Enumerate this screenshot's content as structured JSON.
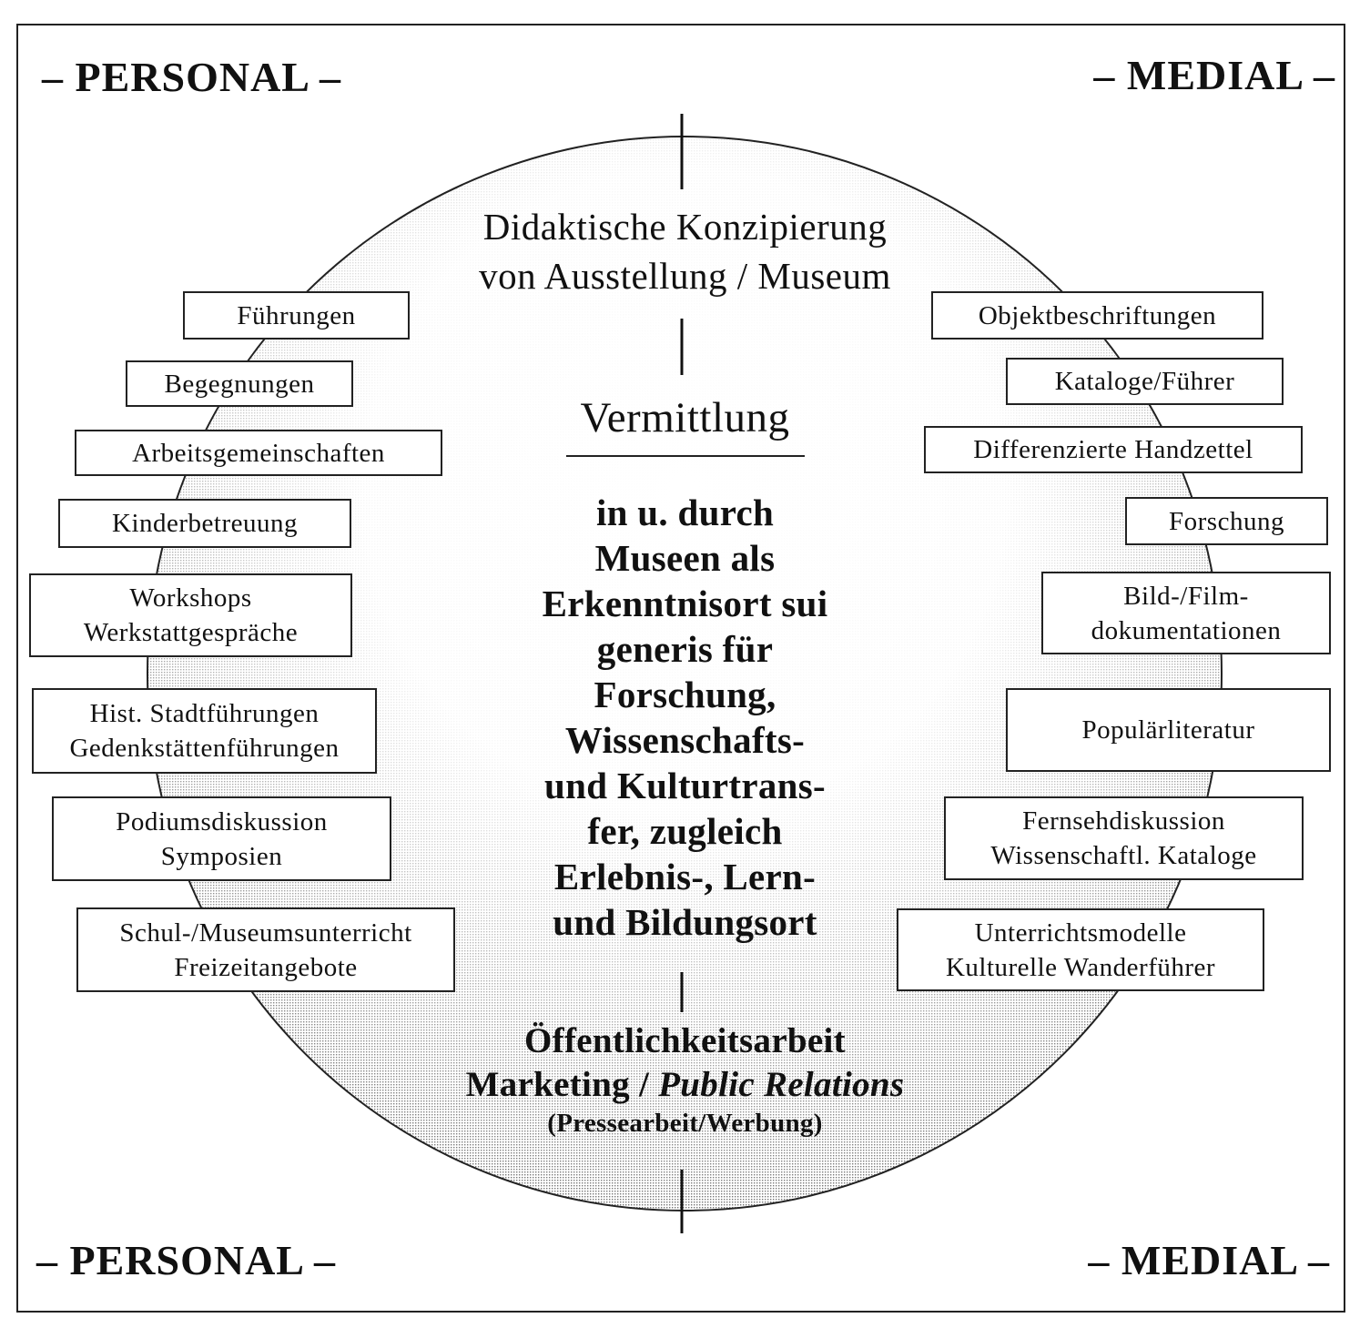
{
  "corners": {
    "top_left": "– PERSONAL –",
    "top_right": "– MEDIAL –",
    "bottom_left": "– PERSONAL –",
    "bottom_right": "– MEDIAL –"
  },
  "top_title": [
    "Didaktische Konzipierung",
    "von Ausstellung / Museum"
  ],
  "center_heading": "Vermittlung",
  "center_text": [
    "in u. durch",
    "Museen als",
    "Erkenntnisort sui",
    "generis für",
    "Forschung,",
    "Wissenschafts-",
    "und Kulturtrans-",
    "fer, zugleich",
    "Erlebnis-, Lern-",
    "und Bildungsort"
  ],
  "bottom_block": {
    "line1": "Öffentlichkeitsarbeit",
    "line2_a": "Marketing / ",
    "line2_b": "Public Relations",
    "line3": "(Pressearbeit/Werbung)"
  },
  "personal_boxes": [
    {
      "lines": [
        "Führungen"
      ]
    },
    {
      "lines": [
        "Begegnungen"
      ]
    },
    {
      "lines": [
        "Arbeitsgemeinschaften"
      ]
    },
    {
      "lines": [
        "Kinderbetreuung"
      ]
    },
    {
      "lines": [
        "Workshops",
        "Werkstattgespräche"
      ]
    },
    {
      "lines": [
        "Hist. Stadtführungen",
        "Gedenkstättenführungen"
      ]
    },
    {
      "lines": [
        "Podiumsdiskussion",
        "Symposien"
      ]
    },
    {
      "lines": [
        "Schul-/Museumsunterricht",
        "Freizeitangebote"
      ]
    }
  ],
  "medial_boxes": [
    {
      "lines": [
        "Objektbeschriftungen"
      ]
    },
    {
      "lines": [
        "Kataloge/Führer"
      ]
    },
    {
      "lines": [
        "Differenzierte Handzettel"
      ]
    },
    {
      "lines": [
        "Forschung"
      ]
    },
    {
      "lines": [
        "Bild-/Film-",
        "dokumentationen"
      ]
    },
    {
      "lines": [
        "Populärliteratur"
      ]
    },
    {
      "lines": [
        "Fernsehdiskussion",
        "Wissenschaftl. Kataloge"
      ]
    },
    {
      "lines": [
        "Unterrichtsmodelle",
        "Kulturelle Wanderführer"
      ]
    }
  ]
}
